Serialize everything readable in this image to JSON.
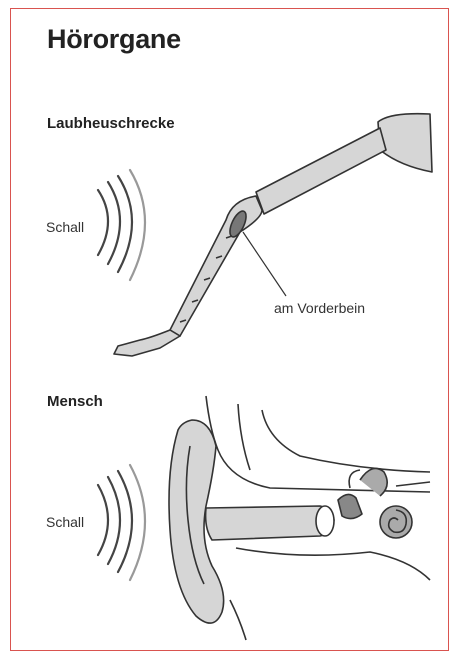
{
  "title": "Hörorgane",
  "sections": {
    "grasshopper": {
      "label": "Laubheuschrecke",
      "sound_label": "Schall",
      "organ_label": "am Vorderbein"
    },
    "human": {
      "label": "Mensch",
      "sound_label": "Schall"
    }
  },
  "colors": {
    "frame": "#d9534f",
    "fill_gray": "#d6d6d6",
    "line": "#333333"
  }
}
